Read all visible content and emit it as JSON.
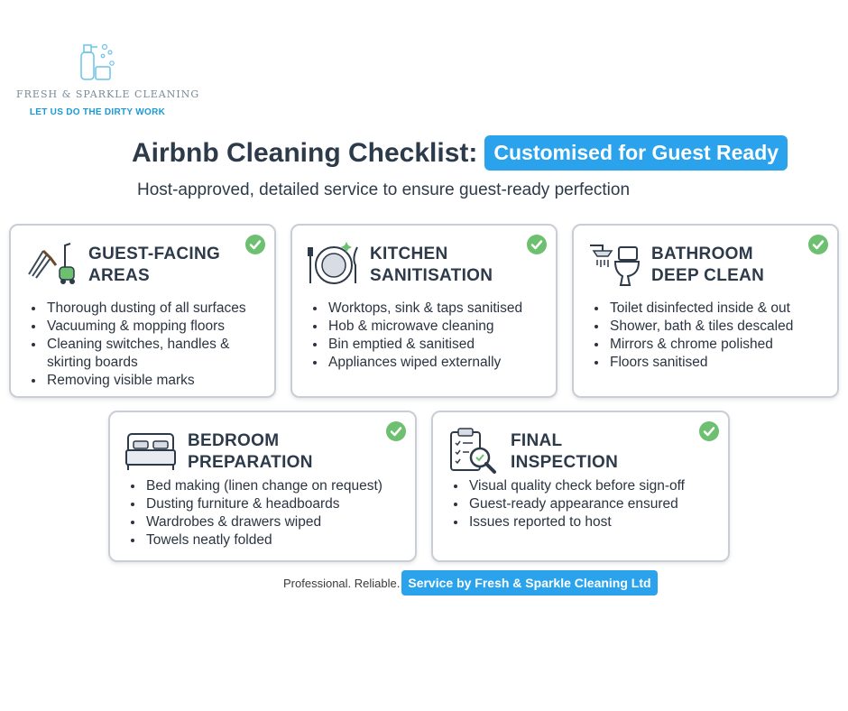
{
  "brand": {
    "name": "FRESH & SPARKLE CLEANING",
    "tagline": "LET US DO THE DIRTY WORK"
  },
  "header": {
    "title": "Airbnb Cleaning Checklist:",
    "badge": "Customised for Guest Ready",
    "subtitle": "Host-approved, detailed service to ensure guest-ready perfection"
  },
  "cards": [
    {
      "icon": "duster-vacuum-icon",
      "title_line1": "GUEST-FACING",
      "title_line2": "AREAS",
      "items": [
        "Thorough dusting of all surfaces",
        "Vacuuming & mopping floors",
        "Cleaning switches, handles &",
        "skirting boards",
        "Removing visible marks"
      ]
    },
    {
      "icon": "plate-cutlery-icon",
      "title_line1": "KITCHEN",
      "title_line2": "SANITISATION",
      "items": [
        "Worktops, sink & taps sanitised",
        "Hob & microwave cleaning",
        "Bin emptied & sanitised",
        "Appliances wiped externally"
      ]
    },
    {
      "icon": "shower-toilet-icon",
      "title_line1": "BATHROOM",
      "title_line2": "DEEP CLEAN",
      "items": [
        "Toilet disinfected inside & out",
        "Shower, bath & tiles descaled",
        "Mirrors & chrome polished",
        "Floors sanitised"
      ]
    },
    {
      "icon": "bed-icon",
      "title_line1": "BEDROOM",
      "title_line2": "PREPARATION",
      "items": [
        "Bed making (linen change on request)",
        "Dusting furniture & headboards",
        "Wardrobes & drawers wiped",
        "Towels neatly folded"
      ]
    },
    {
      "icon": "clipboard-magnifier-icon",
      "title_line1": "FINAL",
      "title_line2": "INSPECTION",
      "items": [
        "Visual quality check before sign-off",
        "Guest-ready appearance ensured",
        "Issues reported to host"
      ]
    }
  ],
  "footer": {
    "text": "Professional. Reliable.",
    "badge": "Service by Fresh & Sparkle Cleaning Ltd"
  },
  "colors": {
    "accent": "#2aa3ec",
    "check": "#6cc070",
    "heading": "#2d3a4a"
  }
}
